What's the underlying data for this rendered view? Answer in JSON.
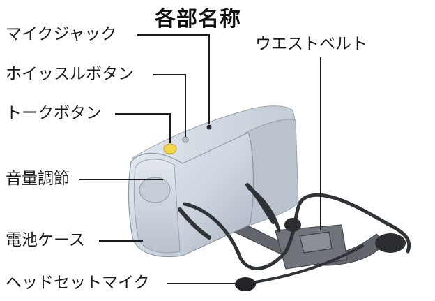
{
  "title": "各部名称",
  "labels": {
    "mic_jack": "マイクジャック",
    "whistle_button": "ホイッスルボタン",
    "talk_button": "トークボタン",
    "volume": "音量調節",
    "battery_case": "電池ケース",
    "headset_mic": "ヘッドセットマイク",
    "waist_belt": "ウエストベルト"
  },
  "colors": {
    "body": "#d7dde6",
    "body_shadow": "#aab3bf",
    "talk_button": "#f2d64a",
    "belt": "#5a5e64",
    "headset": "#2f3236"
  }
}
